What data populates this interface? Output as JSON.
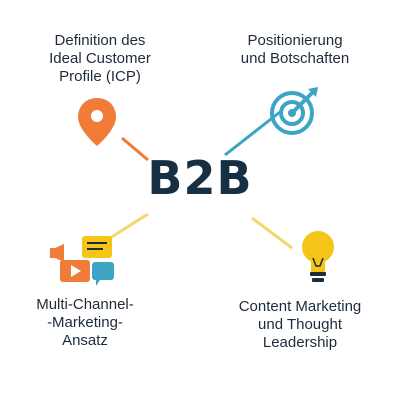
{
  "center": {
    "label": "B2B"
  },
  "nodes": [
    {
      "label": "Definition des\nIdeal Customer\nProfile (ICP)",
      "icon": "location-pin-icon"
    },
    {
      "label": "Positionierung\nund Botschaften",
      "icon": "target-icon"
    },
    {
      "label": "Multi-Channel-\n-Marketing-\nAnsatz",
      "icon": "chat-bubbles-icon"
    },
    {
      "label": "Content Marketing\nund Thought\nLeadership",
      "icon": "lightbulb-icon"
    }
  ],
  "colors": {
    "text": "#1e2b3a",
    "center": "#172f42",
    "orange": "#f07c37",
    "teal": "#3da5c4",
    "yellow": "#f5c518",
    "line_yellow": "#f0d86a"
  }
}
